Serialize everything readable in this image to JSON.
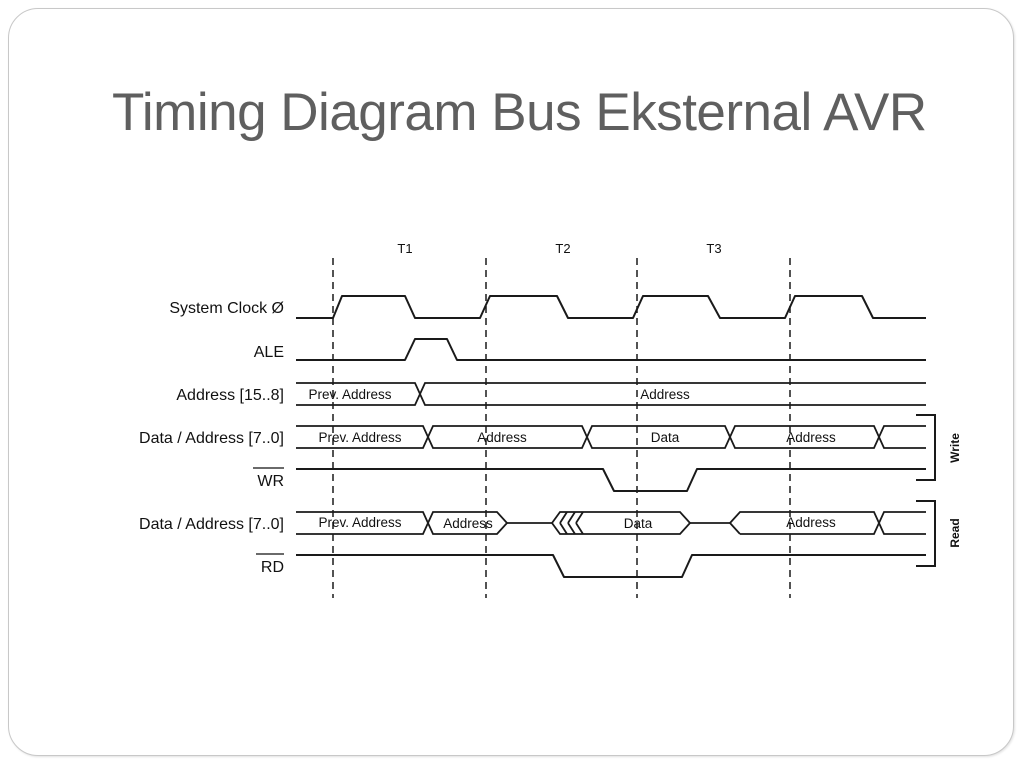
{
  "slide": {
    "title": "Timing Diagram Bus Eksternal AVR"
  },
  "diagram": {
    "phases": [
      "T1",
      "T2",
      "T3"
    ],
    "signals": [
      {
        "id": "clock",
        "label": "System Clock Ø"
      },
      {
        "id": "ale",
        "label": "ALE"
      },
      {
        "id": "addr_hi",
        "label": "Address [15..8]"
      },
      {
        "id": "data_write",
        "label": "Data / Address [7..0]"
      },
      {
        "id": "wr",
        "label": "WR",
        "active_low": true
      },
      {
        "id": "data_read",
        "label": "Data / Address [7..0]"
      },
      {
        "id": "rd",
        "label": "RD",
        "active_low": true
      }
    ],
    "bus_labels": {
      "addr_hi": [
        "Prev. Address",
        "Address"
      ],
      "data_write": [
        "Prev. Address",
        "Address",
        "Data",
        "Address"
      ],
      "data_read": [
        "Prev. Address",
        "Address",
        "Data",
        "Address"
      ]
    },
    "groups": [
      "Write",
      "Read"
    ]
  }
}
